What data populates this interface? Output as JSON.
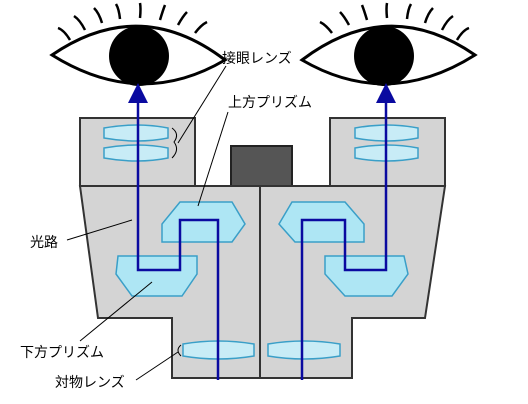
{
  "labels": {
    "eyepiece_lens": "接眼レンズ",
    "upper_prism": "上方プリズム",
    "light_path": "光路",
    "lower_prism": "下方プリズム",
    "objective_lens": "対物レンズ"
  },
  "colors": {
    "body_fill": "#d4d4d4",
    "body_stroke": "#333333",
    "hinge_block": "#555555",
    "lens_fill": "#c8ecf6",
    "prism_fill": "#aee6f4",
    "optical_stroke": "#3a9fc8",
    "light_path": "#0a0aa0",
    "pupil": "#000000"
  },
  "icons": [
    "left-eye-icon",
    "right-eye-icon"
  ]
}
